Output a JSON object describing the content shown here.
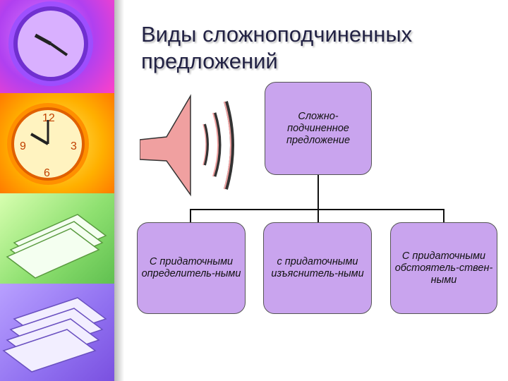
{
  "title": "Виды сложноподчиненных предложений",
  "root": {
    "label": "Сложно-подчиненное предложение"
  },
  "children": [
    {
      "label": "С придаточными определитель-ными"
    },
    {
      "label": "с придаточными изъяснитель-ными"
    },
    {
      "label": "С придаточными обстоятель-ствен-ными"
    }
  ],
  "colors": {
    "box_fill": "#c9a4ee",
    "box_border": "#555555",
    "title_text": "#222244",
    "speaker_fill": "#f0a0a0"
  },
  "icons": [
    "clock-icon",
    "clock-icon",
    "papers-icon",
    "papers-icon",
    "speaker-icon"
  ]
}
